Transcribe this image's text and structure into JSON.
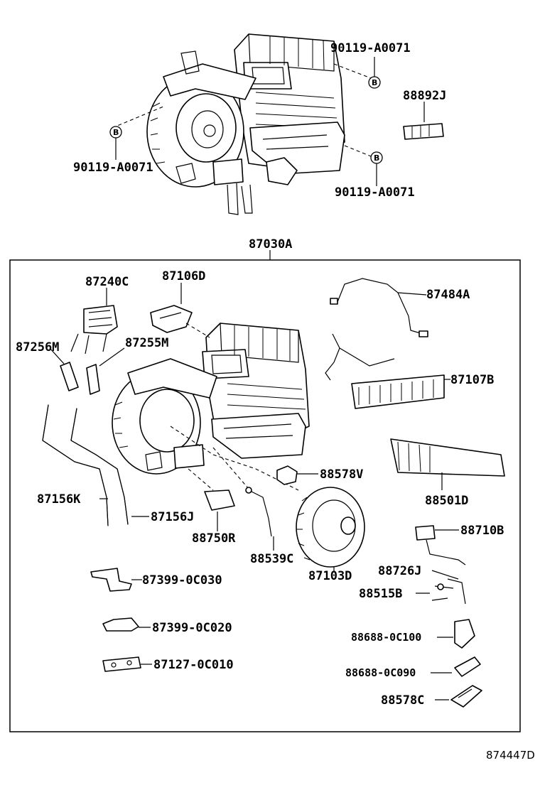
{
  "diagram": {
    "code": "874447D",
    "callouts": {
      "bolt_marker": "B",
      "p_90119_a": "90119-A0071",
      "p_90119_b": "90119-A0071",
      "p_90119_c": "90119-A0071",
      "p_88892j": "88892J",
      "p_87030a": "87030A",
      "p_87240c": "87240C",
      "p_87106d": "87106D",
      "p_87484a": "87484A",
      "p_87256m": "87256M",
      "p_87255m": "87255M",
      "p_87107b": "87107B",
      "p_88578v": "88578V",
      "p_88501d": "88501D",
      "p_87156k": "87156K",
      "p_87156j": "87156J",
      "p_88750r": "88750R",
      "p_88539c": "88539C",
      "p_87103d": "87103D",
      "p_88710b": "88710B",
      "p_88726j": "88726J",
      "p_88515b": "88515B",
      "p_87399_0c030": "87399-0C030",
      "p_87399_0c020": "87399-0C020",
      "p_87127_0c010": "87127-0C010",
      "p_88688_0c100": "88688-0C100",
      "p_88688_0c090": "88688-0C090",
      "p_88578c": "88578C"
    }
  }
}
